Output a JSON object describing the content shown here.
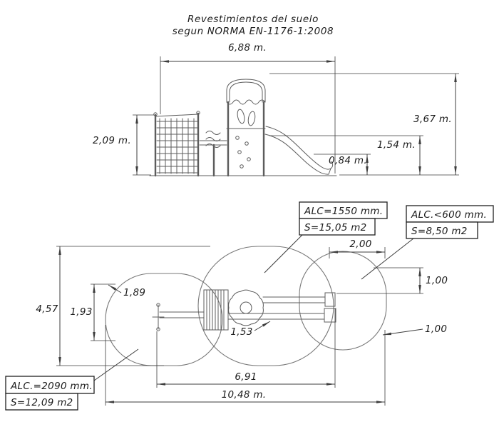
{
  "title": {
    "line1": "Revestimientos del suelo",
    "line2": "segun NORMA EN-1176-1:2008"
  },
  "elevation": {
    "width_total": "6,88 m.",
    "height_net": "2,09 m.",
    "height_total": "3,67 m.",
    "height_platform": "1,54 m.",
    "height_slide_end": "0,84 m."
  },
  "plan": {
    "height_total": "4,57",
    "height_net_area": "1,93",
    "width_left_detail": "1,89",
    "width_slide_detail": "1,53",
    "width_right_top": "2,00",
    "offset_right_upper": "1,00",
    "offset_right_lower": "1,00",
    "width_equipment": "6,91",
    "width_total": "10,48 m."
  },
  "callouts": {
    "middle_zone": {
      "alc": "ALC=1550 mm.",
      "area": "S=15,05 m2"
    },
    "right_zone": {
      "alc": "ALC.<600 mm.",
      "area": "S=8,50 m2"
    },
    "left_zone": {
      "alc": "ALC.=2090 mm.",
      "area": "S=12,09 m2"
    }
  }
}
